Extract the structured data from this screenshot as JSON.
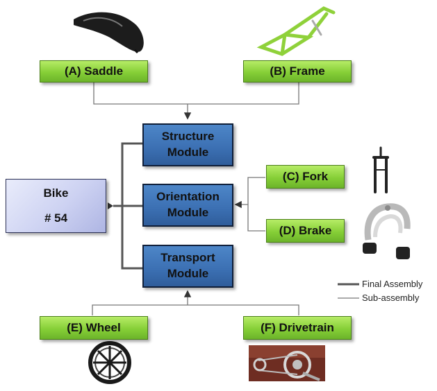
{
  "parts": {
    "saddle": "(A) Saddle",
    "frame": "(B) Frame",
    "fork": "(C) Fork",
    "brake": "(D) Brake",
    "wheel": "(E) Wheel",
    "drivetrain": "(F) Drivetrain"
  },
  "modules": {
    "structure": [
      "Structure",
      "Module"
    ],
    "orientation": [
      "Orientation",
      "Module"
    ],
    "transport": [
      "Transport",
      "Module"
    ]
  },
  "product": [
    "Bike",
    "# 54"
  ],
  "legend": {
    "final": "Final Assembly",
    "sub": "Sub-assembly"
  },
  "colors": {
    "part_green": "#86cf37",
    "module_blue": "#3b6fb2",
    "product_lavender": "#cdd2f2",
    "final_line": "#555555",
    "sub_line": "#777777"
  }
}
